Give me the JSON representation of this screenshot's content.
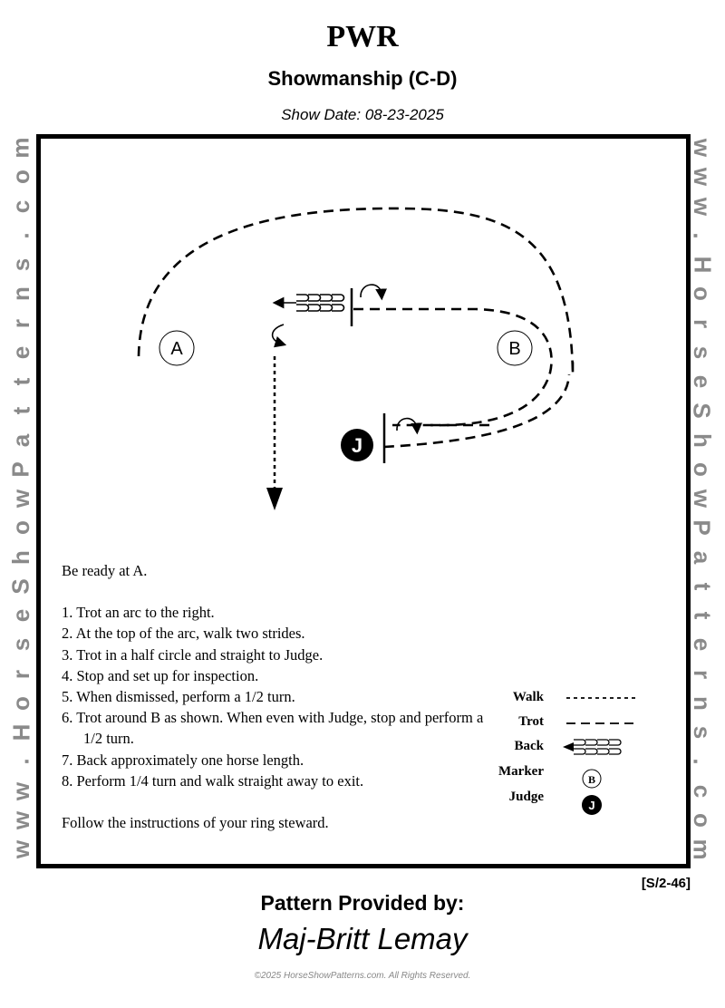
{
  "header": {
    "title": "PWR",
    "subtitle": "Showmanship (C-D)",
    "show_date": "Show Date: 08-23-2025"
  },
  "watermark": {
    "left": "www.HorseShowPatterns.com",
    "right": "www.HorseShowPatterns.com"
  },
  "diagram": {
    "markers": [
      {
        "id": "A",
        "label": "A",
        "style": "outline"
      },
      {
        "id": "B",
        "label": "B",
        "style": "outline"
      },
      {
        "id": "J",
        "label": "J",
        "style": "filled"
      }
    ]
  },
  "instructions": {
    "intro": "Be ready at A.",
    "steps": [
      "1. Trot an arc to the right.",
      "2. At the top of the arc, walk two strides.",
      "3. Trot in a half circle and straight to Judge.",
      "4. Stop and set up for inspection.",
      "5. When dismissed, perform a 1/2 turn.",
      "6. Trot around B as shown. When even with Judge, stop and perform a 1/2 turn.",
      "7. Back approximately one horse length.",
      "8. Perform 1/4 turn and walk straight away to exit."
    ],
    "footer": "Follow the instructions of your ring steward."
  },
  "legend": {
    "walk": "Walk",
    "trot": "Trot",
    "back": "Back",
    "marker": "Marker",
    "marker_symbol": "B",
    "judge": "Judge",
    "judge_symbol": "J"
  },
  "pattern_code": "[S/2-46]",
  "footer": {
    "provided_by": "Pattern Provided by:",
    "author": "Maj-Britt Lemay",
    "copyright": "©2025 HorseShowPatterns.com. All Rights Reserved."
  }
}
